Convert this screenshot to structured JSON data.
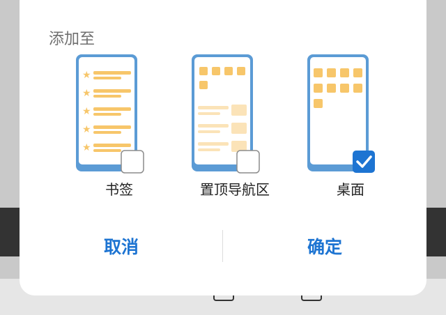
{
  "dialog": {
    "title": "添加至",
    "options": [
      {
        "label": "书签",
        "checked": false
      },
      {
        "label": "置顶导航区",
        "checked": false
      },
      {
        "label": "桌面",
        "checked": true
      }
    ],
    "cancel_label": "取消",
    "confirm_label": "确定"
  },
  "colors": {
    "accent": "#1d74d2",
    "phone_frame": "#5b9bd5",
    "tile_orange": "#f7c66a"
  }
}
